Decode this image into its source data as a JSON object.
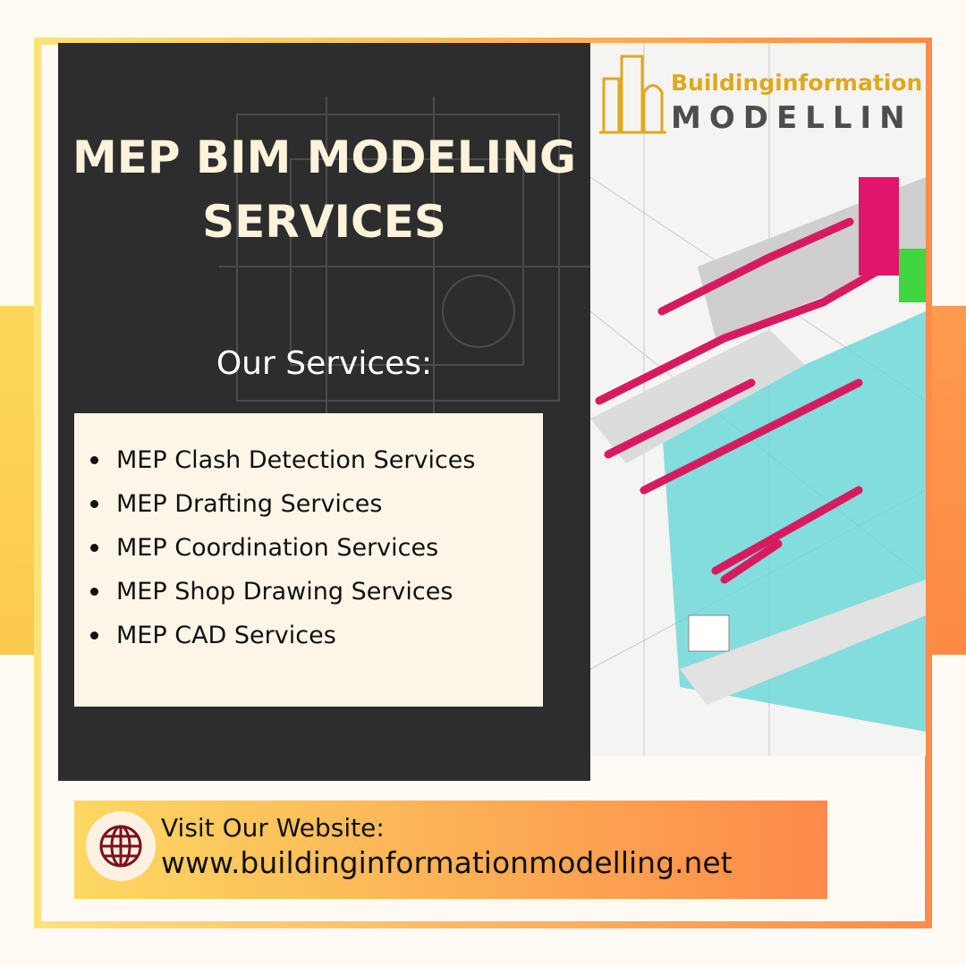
{
  "title": {
    "line1": "MEP BIM MODELING",
    "line2": "SERVICES"
  },
  "services": {
    "heading": "Our Services:",
    "items": [
      "MEP Clash Detection Services",
      "MEP Drafting Services",
      "MEP Coordination Services",
      "MEP Shop Drawing Services",
      "MEP CAD Services"
    ]
  },
  "logo": {
    "line1": "Buildinginformation",
    "line2": "MODELLIN"
  },
  "website": {
    "label": "Visit Our Website:",
    "url": "www.buildinginformationmodelling.net",
    "icon": "globe-icon"
  },
  "colors": {
    "dark": "#2e2d2d",
    "cream": "#fdf6e8",
    "yellow": "#fcd862",
    "orange": "#fd8a4a",
    "pipe": "#d81b60",
    "duct": "#40d0d0"
  }
}
